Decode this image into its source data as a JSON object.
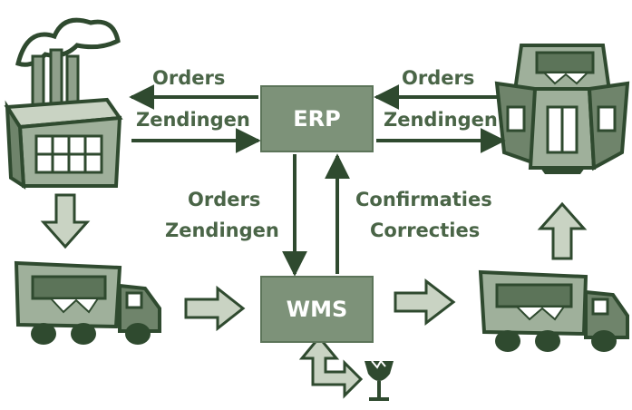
{
  "colors": {
    "dark": "#2f4a2f",
    "mid": "#7d9279",
    "light": "#c9d3c3",
    "text": "#4a6547"
  },
  "erp": {
    "label": "ERP"
  },
  "wms": {
    "label": "WMS"
  },
  "left_flow": {
    "orders": "Orders",
    "shipments": "Zendingen"
  },
  "right_flow": {
    "orders": "Orders",
    "shipments": "Zendingen"
  },
  "down_flow": {
    "orders": "Orders",
    "shipments": "Zendingen"
  },
  "up_flow": {
    "confirmations": "Confirmaties",
    "corrections": "Correcties"
  },
  "icons": [
    "factory-icon",
    "store-icon",
    "truck-icon",
    "broken-glass-icon",
    "arrow-icon"
  ]
}
